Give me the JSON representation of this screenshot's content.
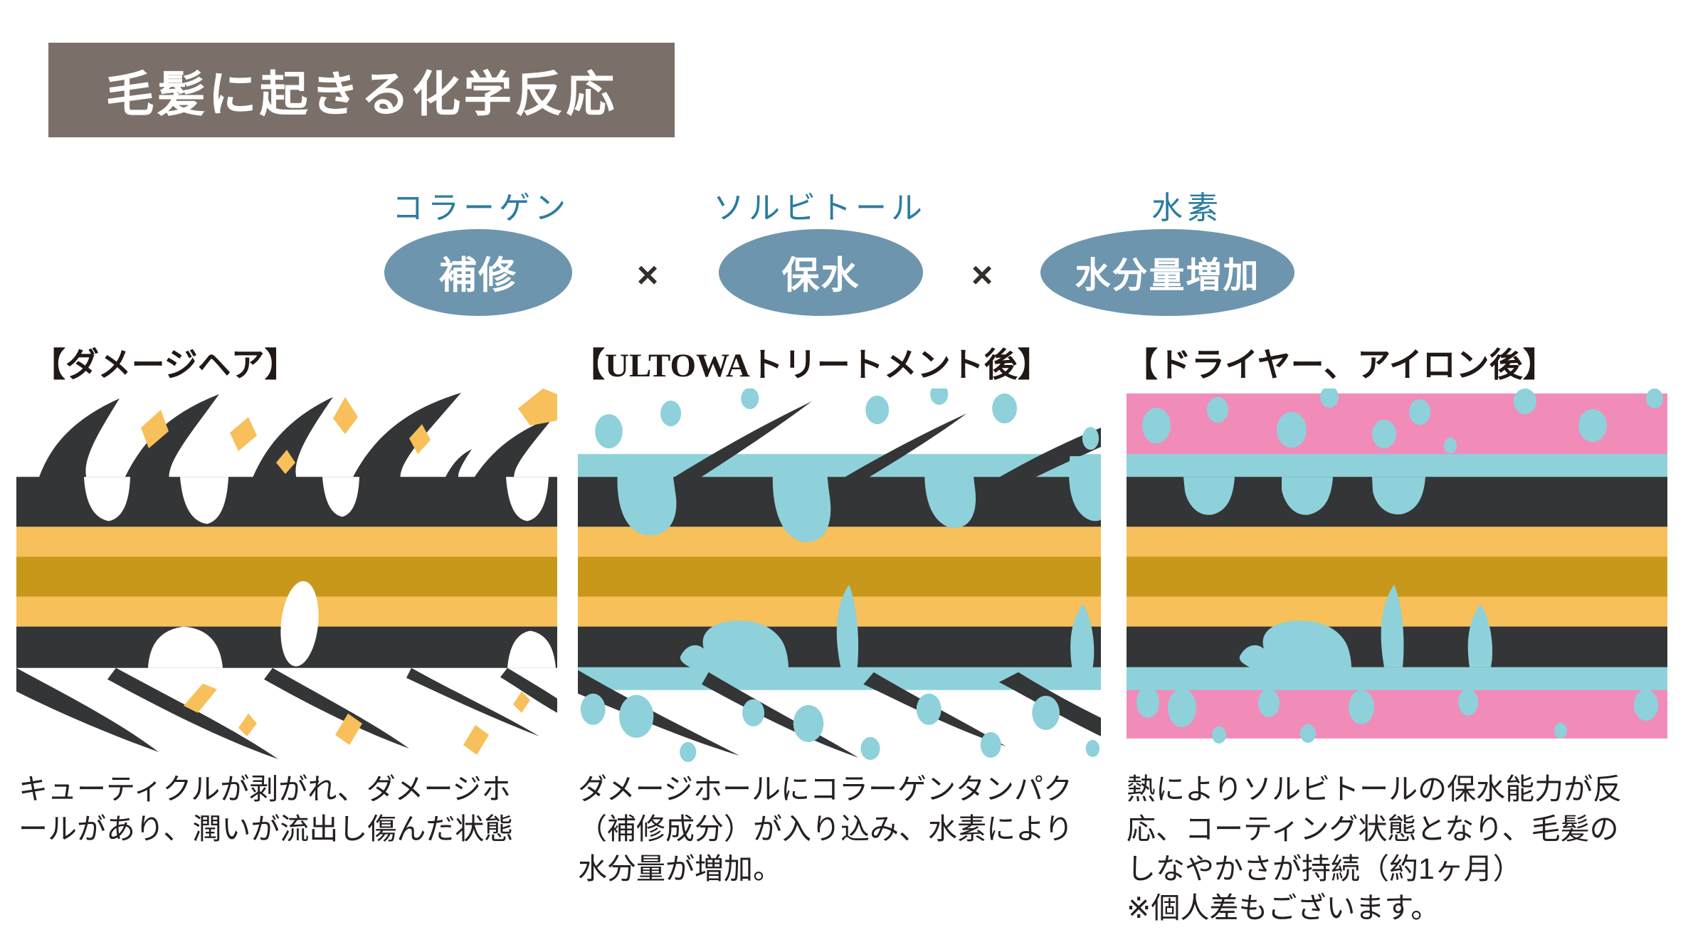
{
  "title": {
    "text": "毛髪に起きる化学反応"
  },
  "multiply_symbol": "×",
  "ingredients": [
    {
      "label": "コラーゲン",
      "effect": "補修"
    },
    {
      "label": "ソルビトール",
      "effect": "保水"
    },
    {
      "label": "水素",
      "effect": "水分量増加"
    }
  ],
  "panels": [
    {
      "heading": "【ダメージヘア】",
      "caption": "キューティクルが剥がれ、ダメージホールがあり、潤いが流出し傷んだ状態"
    },
    {
      "heading": "【ULTOWAトリートメント後】",
      "caption": "ダメージホールにコラーゲンタンパク（補修成分）が入り込み、水素により水分量が増加。"
    },
    {
      "heading": "【ドライヤー、アイロン後】",
      "caption": "熱によりソルビトールの保水能力が反応、コーティング状態となり、毛髪のしなやかさが持続（約1ヶ月）",
      "note": "※個人差もございます。"
    }
  ],
  "colors": {
    "title_bg": "#7b7069",
    "title_text": "#ffffff",
    "label_teal": "#2b7ca0",
    "oval_bg": "#6d95ae",
    "oval_text": "#ffffff",
    "multiply": "#332d2b",
    "heading": "#221815",
    "caption": "#262020",
    "charcoal": "#333536",
    "yellow": "#f7c05a",
    "gold": "#c8981b",
    "blue": "#8ed1da",
    "pink": "#f18cb9"
  }
}
